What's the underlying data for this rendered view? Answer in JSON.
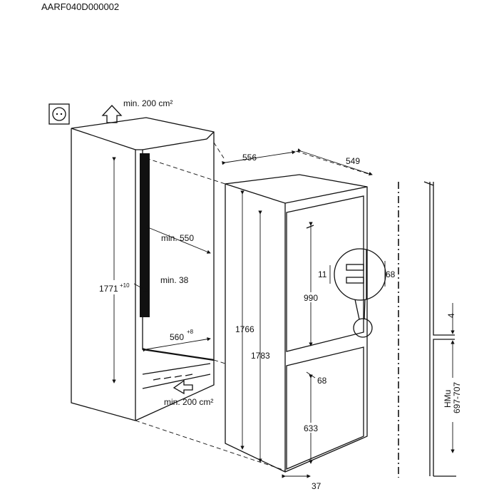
{
  "drawing_code": "AARF040D000002",
  "labels": {
    "vent_top": "min. 200 cm²",
    "vent_bottom": "min. 200 cm²",
    "niche_height": "1771",
    "niche_height_tol": "+10",
    "niche_depth": "min. 550",
    "rear_gap": "min. 38",
    "niche_width": "560",
    "niche_width_tol": "+8",
    "appliance_width": "556",
    "appliance_depth": "549",
    "appliance_height": "1766",
    "appliance_height_total": "1783",
    "upper_door": "990",
    "hinge_gap": "11",
    "hinge_offset": "68",
    "lower_offset": "68",
    "lower_door": "633",
    "foot": "37",
    "gap": "4",
    "hmu_label": "HMu",
    "hmu_range": "697-707"
  }
}
